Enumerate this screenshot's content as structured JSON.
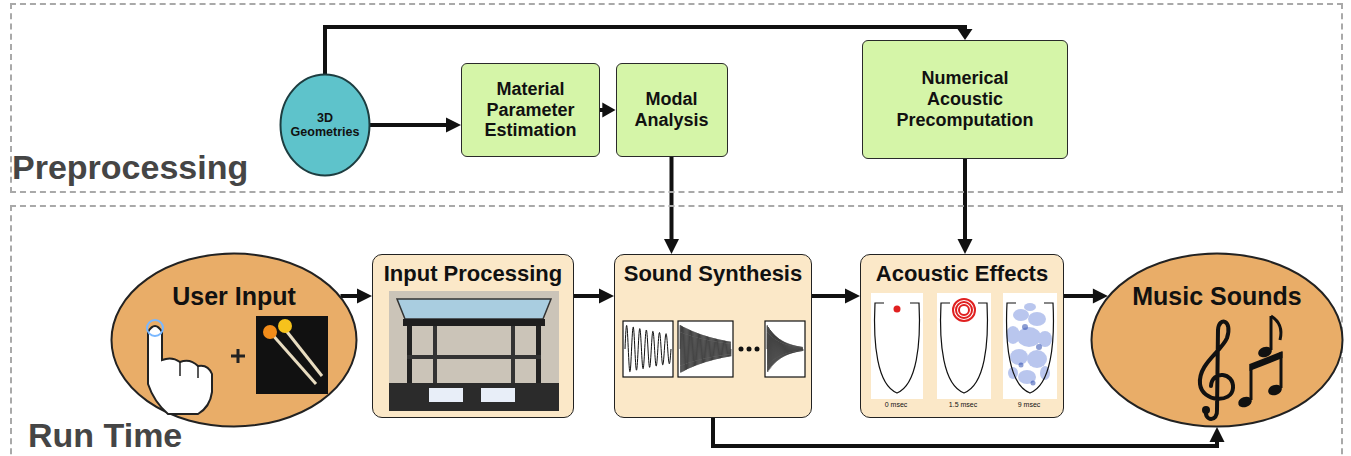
{
  "diagram": {
    "nodes": [
      {
        "text": [
          "Preprocessing"
        ]
      },
      {
        "text": [
          "3D Geometries"
        ],
        "in": 0
      },
      {
        "text": [
          "Material Parameter Estimation"
        ],
        "in": 0
      },
      {
        "text": [
          "Modal Analysis"
        ],
        "in": 0
      },
      {
        "text": [
          "Numerical Acoustic Precomputation"
        ],
        "in": 0
      },
      {
        "text": [
          "Run Time"
        ]
      },
      {
        "text": [
          "User Input"
        ],
        "in": 5
      },
      {
        "text": [
          "Input Processing"
        ],
        "in": 5
      },
      {
        "text": [
          "Sound Synthesis"
        ],
        "in": 5
      },
      {
        "text": [
          "Acoustic Effects"
        ],
        "in": 5
      },
      {
        "text": [
          "Music Sounds"
        ],
        "in": 5
      }
    ],
    "edges": [
      {
        "from": 1,
        "to": 2,
        "arrow": "to"
      },
      {
        "from": 2,
        "to": 3,
        "arrow": "to"
      },
      {
        "from": 1,
        "to": 4,
        "arrow": "to"
      },
      {
        "from": 3,
        "to": 8,
        "arrow": "to"
      },
      {
        "from": 4,
        "to": 9,
        "arrow": "to"
      },
      {
        "from": 6,
        "to": 7,
        "arrow": "to"
      },
      {
        "from": 7,
        "to": 8,
        "arrow": "to"
      },
      {
        "from": 8,
        "to": 9,
        "arrow": "to"
      },
      {
        "from": 9,
        "to": 10,
        "arrow": "to"
      },
      {
        "from": 8,
        "to": 10,
        "arrow": "to"
      }
    ],
    "labels": [
      "0 msec",
      "1.5 msec",
      "9 msec"
    ]
  }
}
